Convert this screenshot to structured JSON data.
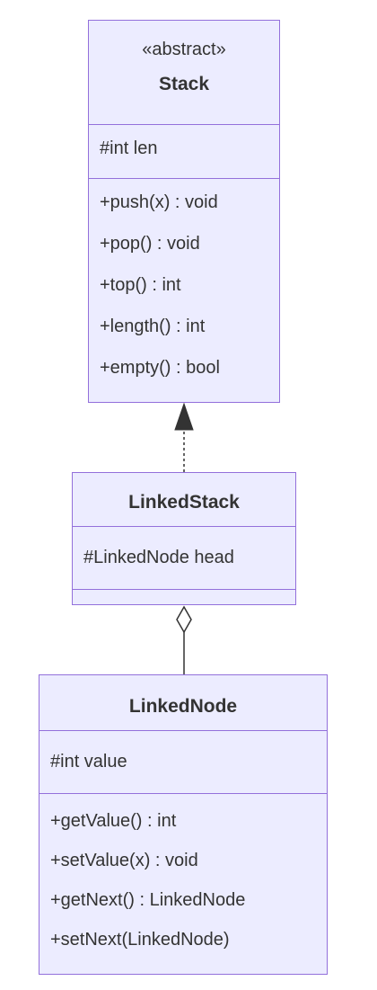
{
  "classes": {
    "stack": {
      "stereotype": "«abstract»",
      "name": "Stack",
      "attributes": [
        "#int len"
      ],
      "methods": [
        "+push(x) : void",
        "+pop() : void",
        "+top() : int",
        "+length() : int",
        "+empty() : bool"
      ]
    },
    "linked_stack": {
      "name": "LinkedStack",
      "attributes": [
        "#LinkedNode head"
      ],
      "methods": []
    },
    "linked_node": {
      "name": "LinkedNode",
      "attributes": [
        "#int value"
      ],
      "methods": [
        "+getValue() : int",
        "+setValue(x) : void",
        "+getNext() : LinkedNode",
        "+setNext(LinkedNode)"
      ]
    }
  },
  "relationships": [
    {
      "from": "LinkedStack",
      "to": "Stack",
      "type": "realization"
    },
    {
      "from": "LinkedStack",
      "to": "LinkedNode",
      "type": "aggregation"
    }
  ],
  "colors": {
    "box_fill": "#ECECFF",
    "box_border": "#9370DB",
    "text": "#333333",
    "line": "#333333"
  }
}
